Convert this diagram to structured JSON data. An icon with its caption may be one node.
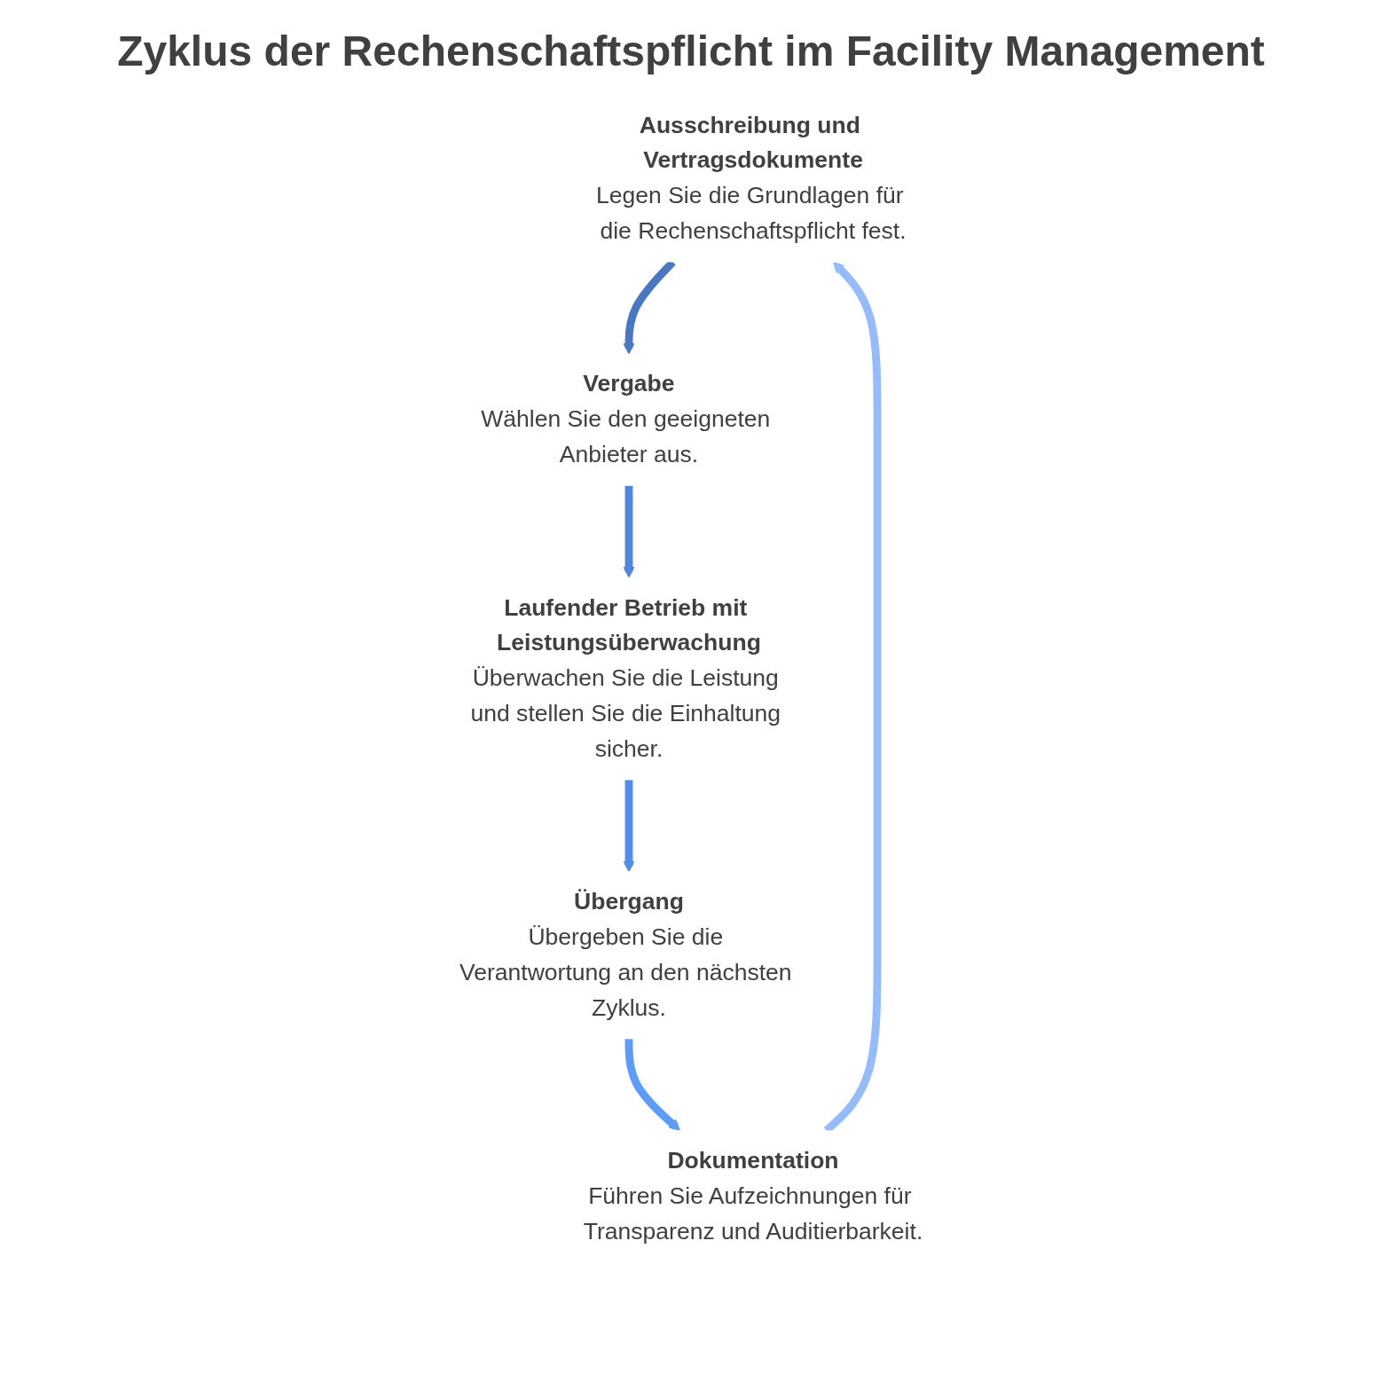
{
  "diagram": {
    "title": "Zyklus der Rechenschaftspflicht im Facility Management",
    "nodes": [
      {
        "text": [
          "Ausschreibung und Vertragsdokumente",
          "Legen Sie die Grundlagen für die Rechenschaftspflicht fest."
        ]
      },
      {
        "text": [
          "Vergabe",
          "Wählen Sie den geeigneten Anbieter aus."
        ]
      },
      {
        "text": [
          "Laufender Betrieb mit Leistungsüberwachung",
          "Überwachen Sie die Leistung und stellen Sie die Einhaltung sicher."
        ]
      },
      {
        "text": [
          "Übergang",
          "Übergeben Sie die Verantwortung an den nächsten Zyklus."
        ]
      },
      {
        "text": [
          "Dokumentation",
          "Führen Sie Aufzeichnungen für Transparenz und Auditierbarkeit."
        ]
      }
    ],
    "edges": [
      {
        "from": 0,
        "to": 1,
        "arrow": "to",
        "color": "#4878c4"
      },
      {
        "from": 1,
        "to": 2,
        "arrow": "to",
        "color": "#5085dd"
      },
      {
        "from": 2,
        "to": 3,
        "arrow": "to",
        "color": "#4f8df0"
      },
      {
        "from": 3,
        "to": 4,
        "arrow": "to",
        "color": "#5b9cfc"
      },
      {
        "from": 4,
        "to": 0,
        "arrow": "to",
        "color": "#94bcfc"
      }
    ]
  }
}
